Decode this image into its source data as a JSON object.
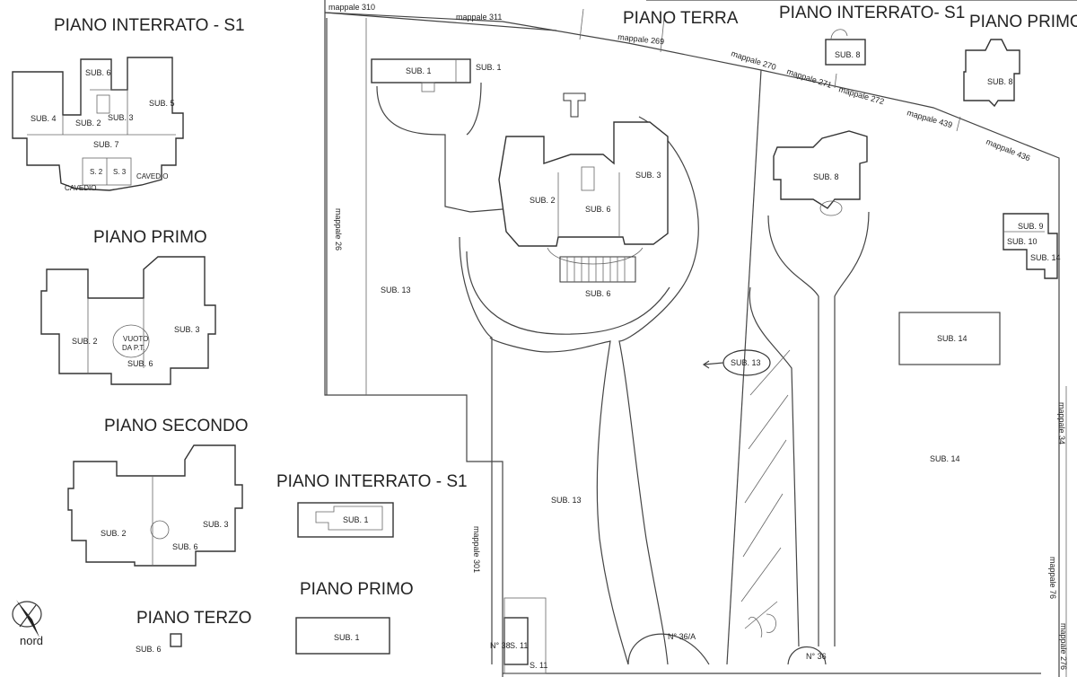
{
  "headings": {
    "left_interrato": "PIANO INTERRATO - S1",
    "left_primo": "PIANO PRIMO",
    "left_secondo": "PIANO SECONDO",
    "left_terzo": "PIANO TERZO",
    "mid_interrato": "PIANO INTERRATO - S1",
    "mid_primo": "PIANO PRIMO",
    "top_terra": "PIANO TERRA",
    "top_interrato": "PIANO INTERRATO- S1",
    "top_primo": "PIANO PRIMO"
  },
  "mappali": {
    "m310": "mappale 310",
    "m311": "mappale 311",
    "m269": "mappale 269",
    "m270": "mappale 270",
    "m271": "mappale 271",
    "m272": "mappale 272",
    "m439": "mappale 439",
    "m436": "mappale 436",
    "m26": "mappale 26",
    "m301": "mappale 301",
    "m34": "mappale 34",
    "m76": "mappale 76",
    "m276": "mappale 276"
  },
  "units": {
    "s1_sub6": "SUB. 6",
    "s1_sub4": "SUB. 4",
    "s1_sub2": "SUB. 2",
    "s1_sub3": "SUB. 3",
    "s1_sub5": "SUB. 5",
    "s1_sub7": "SUB. 7",
    "s1_s2": "S. 2",
    "s1_s3": "S. 3",
    "s1_cavedio_l": "CAVEDIO",
    "s1_cavedio_r": "CAVEDIO",
    "p1_sub2": "SUB. 2",
    "p1_sub3": "SUB. 3",
    "p1_vuoto1": "VUOTO",
    "p1_vuoto2": "DA P.T.",
    "p1_sub6": "SUB. 6",
    "p2_sub2": "SUB. 2",
    "p2_sub3": "SUB. 3",
    "p2_sub6": "SUB. 6",
    "p3_sub6": "SUB. 6",
    "mid_s1_sub1": "SUB. 1",
    "mid_p1_sub1": "SUB. 1",
    "pt_sub1_a": "SUB. 1",
    "pt_sub1_b": "SUB. 1",
    "pt_sub2": "SUB. 2",
    "pt_sub3": "SUB. 3",
    "pt_sub6_in": "SUB. 6",
    "pt_sub6_out": "SUB. 6",
    "pt_sub8": "SUB. 8",
    "pt_sub13_a": "SUB. 13",
    "pt_sub13_b": "SUB. 13",
    "pt_sub13_c": "SUB. 13",
    "pt_sub14_a": "SUB. 14",
    "pt_sub14_b": "SUB. 14",
    "pt_sub14_c": "SUB. 14",
    "pt_sub9": "SUB. 9",
    "pt_sub10": "SUB. 10",
    "pt_sub11": "S. 11",
    "pt_s11b": "S. 11",
    "top_s1_sub8": "SUB. 8",
    "top_p1_sub8": "SUB. 8"
  },
  "civic": {
    "n38": "N° 38",
    "n36a": "N° 36/A",
    "n36": "N° 36"
  },
  "compass": {
    "label": "nord"
  }
}
